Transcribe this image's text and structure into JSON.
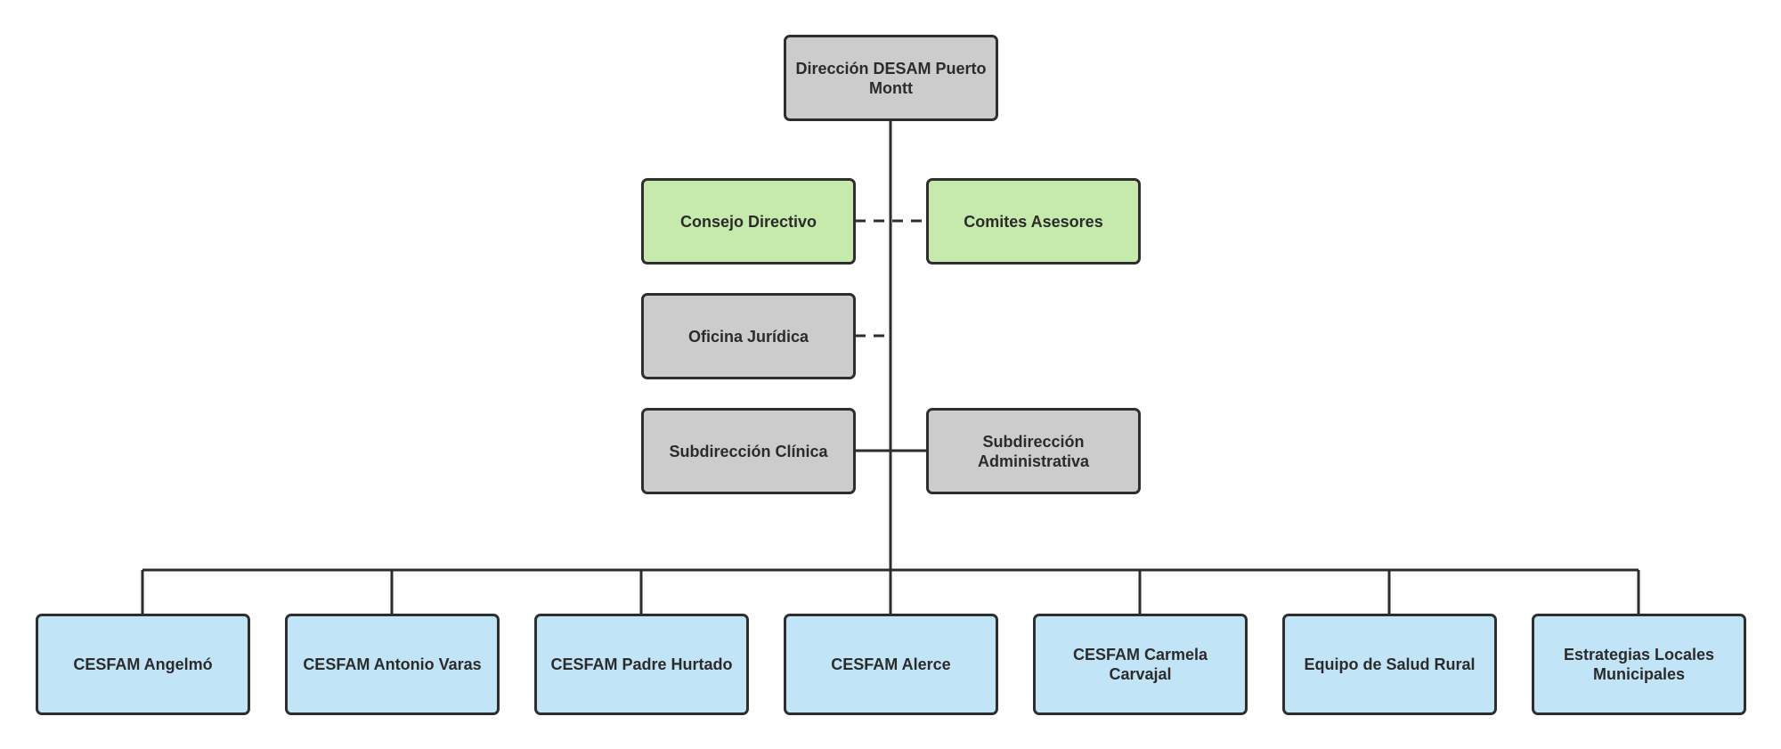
{
  "org_chart": {
    "root": "Dirección DESAM Puerto Montt",
    "advisory": {
      "consejo": "Consejo Directivo",
      "comites": "Comites Asesores",
      "juridica": "Oficina Jurídica"
    },
    "subdirections": {
      "clinica": "Subdirección Clínica",
      "administrativa": "Subdirección Administrativa"
    },
    "units": [
      "CESFAM Angelmó",
      "CESFAM Antonio Varas",
      "CESFAM Padre Hurtado",
      "CESFAM Alerce",
      "CESFAM Carmela Carvajal",
      "Equipo de Salud Rural",
      "Estrategias Locales Municipales"
    ]
  },
  "colors": {
    "leadership": "#cccccc",
    "advisory": "#c6e9ac",
    "operational": "#c2e4f7",
    "line": "#2e2e2e"
  }
}
